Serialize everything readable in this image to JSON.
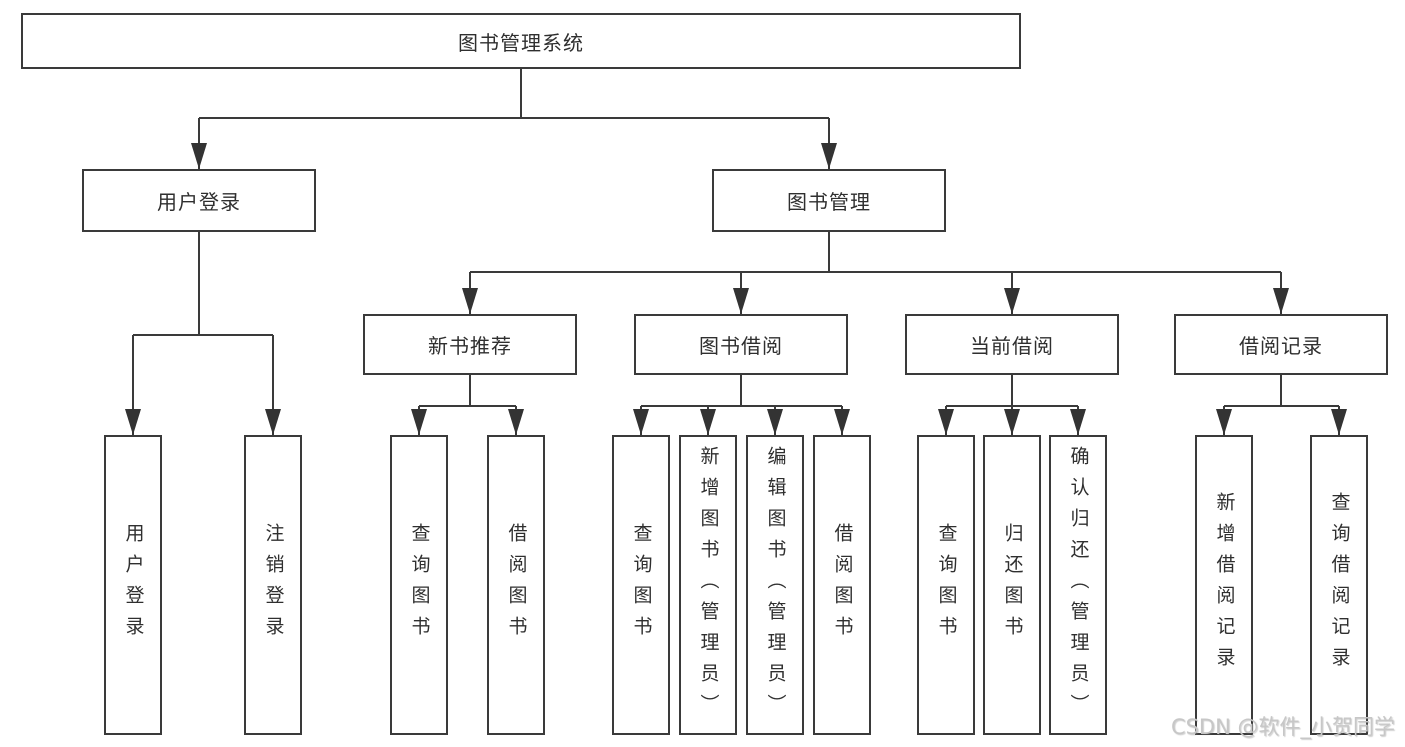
{
  "diagram": {
    "colors": {
      "line": "#3a3a3a",
      "box_border": "#3a3a3a",
      "text": "#2f2f2f",
      "background": "#ffffff",
      "watermark": "#c7c7c7"
    },
    "watermark": "CSDN @软件_小贺同学",
    "nodes": {
      "root": {
        "label": "图书管理系统"
      },
      "user_login": {
        "label": "用户登录"
      },
      "book_mgmt": {
        "label": "图书管理"
      },
      "new_book_rec": {
        "label": "新书推荐"
      },
      "book_borrow": {
        "label": "图书借阅"
      },
      "current_borrow": {
        "label": "当前借阅"
      },
      "borrow_records": {
        "label": "借阅记录"
      },
      "leaf_user_login": {
        "label": "用户登录"
      },
      "leaf_logout": {
        "label": "注销登录"
      },
      "leaf_rec_query": {
        "label": "查询图书"
      },
      "leaf_rec_borrow": {
        "label": "借阅图书"
      },
      "leaf_bb_query": {
        "label": "查询图书"
      },
      "leaf_bb_add": {
        "label": "新增图书（管理员）"
      },
      "leaf_bb_edit": {
        "label": "编辑图书（管理员）"
      },
      "leaf_bb_borrow": {
        "label": "借阅图书"
      },
      "leaf_cb_query": {
        "label": "查询图书"
      },
      "leaf_cb_return": {
        "label": "归还图书"
      },
      "leaf_cb_confirm": {
        "label": "确认归还（管理员）"
      },
      "leaf_br_add": {
        "label": "新增借阅记录"
      },
      "leaf_br_query": {
        "label": "查询借阅记录"
      }
    },
    "edges": [
      {
        "from": "图书管理系统",
        "to": [
          "用户登录",
          "图书管理"
        ]
      },
      {
        "from": "用户登录",
        "to": [
          "用户登录",
          "注销登录"
        ]
      },
      {
        "from": "图书管理",
        "to": [
          "新书推荐",
          "图书借阅",
          "当前借阅",
          "借阅记录"
        ]
      },
      {
        "from": "新书推荐",
        "to": [
          "查询图书",
          "借阅图书"
        ]
      },
      {
        "from": "图书借阅",
        "to": [
          "查询图书",
          "新增图书（管理员）",
          "编辑图书（管理员）",
          "借阅图书"
        ]
      },
      {
        "from": "当前借阅",
        "to": [
          "查询图书",
          "归还图书",
          "确认归还（管理员）"
        ]
      },
      {
        "from": "借阅记录",
        "to": [
          "新增借阅记录",
          "查询借阅记录"
        ]
      }
    ]
  }
}
